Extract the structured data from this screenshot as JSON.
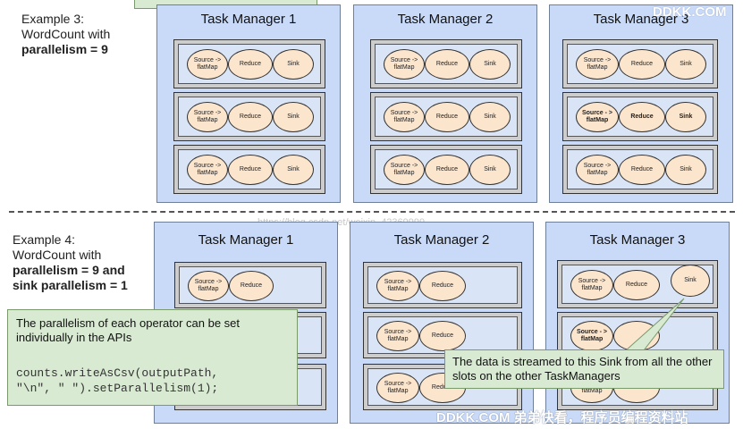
{
  "example3": {
    "line1": "Example 3:",
    "line2": "WordCount with",
    "line3": "parallelism = 9",
    "task_managers": [
      {
        "title": "Task Manager 1"
      },
      {
        "title": "Task Manager 2"
      },
      {
        "title": "Task Manager 3"
      }
    ]
  },
  "example4": {
    "line1": "Example 4:",
    "line2": "WordCount with",
    "line3": "parallelism = 9 and",
    "line4": "sink parallelism = 1",
    "task_managers": [
      {
        "title": "Task Manager 1"
      },
      {
        "title": "Task Manager 2"
      },
      {
        "title": "Task Manager 3"
      }
    ]
  },
  "operators": {
    "source": "Source -> flatMap",
    "source_bold": "Source - > flatMap",
    "reduce": "Reduce",
    "sink": "Sink"
  },
  "callout_api": {
    "text": "The parallelism of each operator can be set individually in the APIs",
    "code_line1": "counts.writeAsCsv(outputPath,",
    "code_line2": "\"\\n\", \" \").setParallelism(1);"
  },
  "callout_sink": {
    "text": "The data is streamed to this Sink from all the other slots on the other TaskManagers"
  },
  "watermarks": {
    "top_right": "DDKK.COM",
    "bottom_right": "DDKK.COM 弟弟快看，程序员编程资料站",
    "center_url": "https://blog.csdn.net/weixin_42369999"
  },
  "colors": {
    "task_manager_fill": "#c9daf8",
    "operator_fill": "#fce5cd",
    "callout_fill": "#d9ead3"
  }
}
